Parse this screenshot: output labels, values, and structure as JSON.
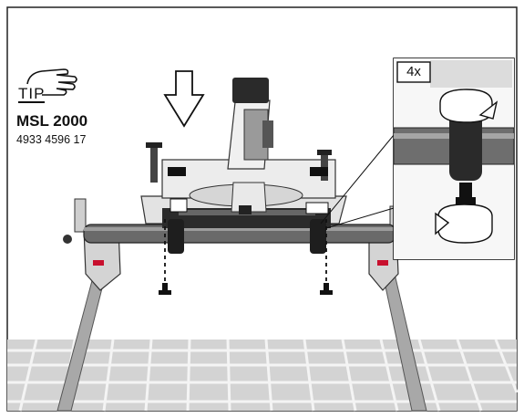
{
  "tip": {
    "label": "TIP"
  },
  "product": {
    "model": "MSL 2000",
    "part_number": "4933 4596 17"
  },
  "detail": {
    "count": "4x"
  },
  "colors": {
    "stand_red": "#c8102e",
    "steel": "#9a9a9a",
    "floor": "#d0d0d0"
  }
}
